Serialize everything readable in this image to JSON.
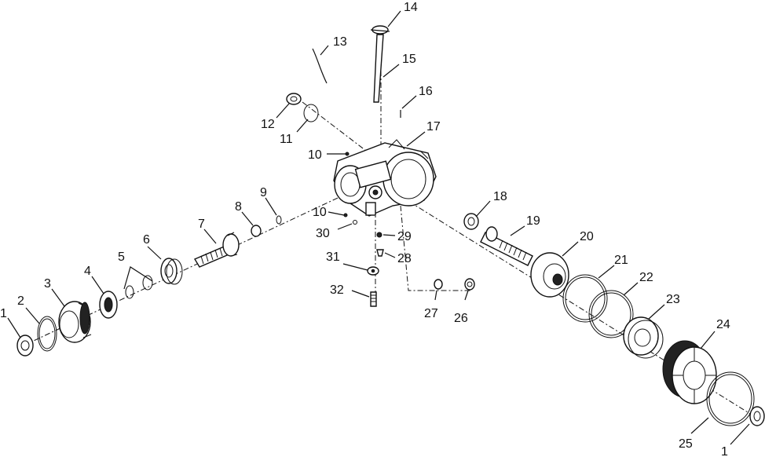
{
  "diagram": {
    "callouts": [
      {
        "id": "c1a",
        "num": "1"
      },
      {
        "id": "c2",
        "num": "2"
      },
      {
        "id": "c3",
        "num": "3"
      },
      {
        "id": "c4",
        "num": "4"
      },
      {
        "id": "c5",
        "num": "5"
      },
      {
        "id": "c6",
        "num": "6"
      },
      {
        "id": "c7",
        "num": "7"
      },
      {
        "id": "c8",
        "num": "8"
      },
      {
        "id": "c9",
        "num": "9"
      },
      {
        "id": "c10a",
        "num": "10"
      },
      {
        "id": "c10b",
        "num": "10"
      },
      {
        "id": "c11",
        "num": "11"
      },
      {
        "id": "c12",
        "num": "12"
      },
      {
        "id": "c13",
        "num": "13"
      },
      {
        "id": "c14",
        "num": "14"
      },
      {
        "id": "c15",
        "num": "15"
      },
      {
        "id": "c16",
        "num": "16"
      },
      {
        "id": "c17",
        "num": "17"
      },
      {
        "id": "c18",
        "num": "18"
      },
      {
        "id": "c19",
        "num": "19"
      },
      {
        "id": "c20",
        "num": "20"
      },
      {
        "id": "c21",
        "num": "21"
      },
      {
        "id": "c22",
        "num": "22"
      },
      {
        "id": "c23",
        "num": "23"
      },
      {
        "id": "c24",
        "num": "24"
      },
      {
        "id": "c25",
        "num": "25"
      },
      {
        "id": "c1b",
        "num": "1"
      },
      {
        "id": "c26",
        "num": "26"
      },
      {
        "id": "c27",
        "num": "27"
      },
      {
        "id": "c28",
        "num": "28"
      },
      {
        "id": "c29",
        "num": "29"
      },
      {
        "id": "c30",
        "num": "30"
      },
      {
        "id": "c31",
        "num": "31"
      },
      {
        "id": "c32",
        "num": "32"
      }
    ]
  }
}
